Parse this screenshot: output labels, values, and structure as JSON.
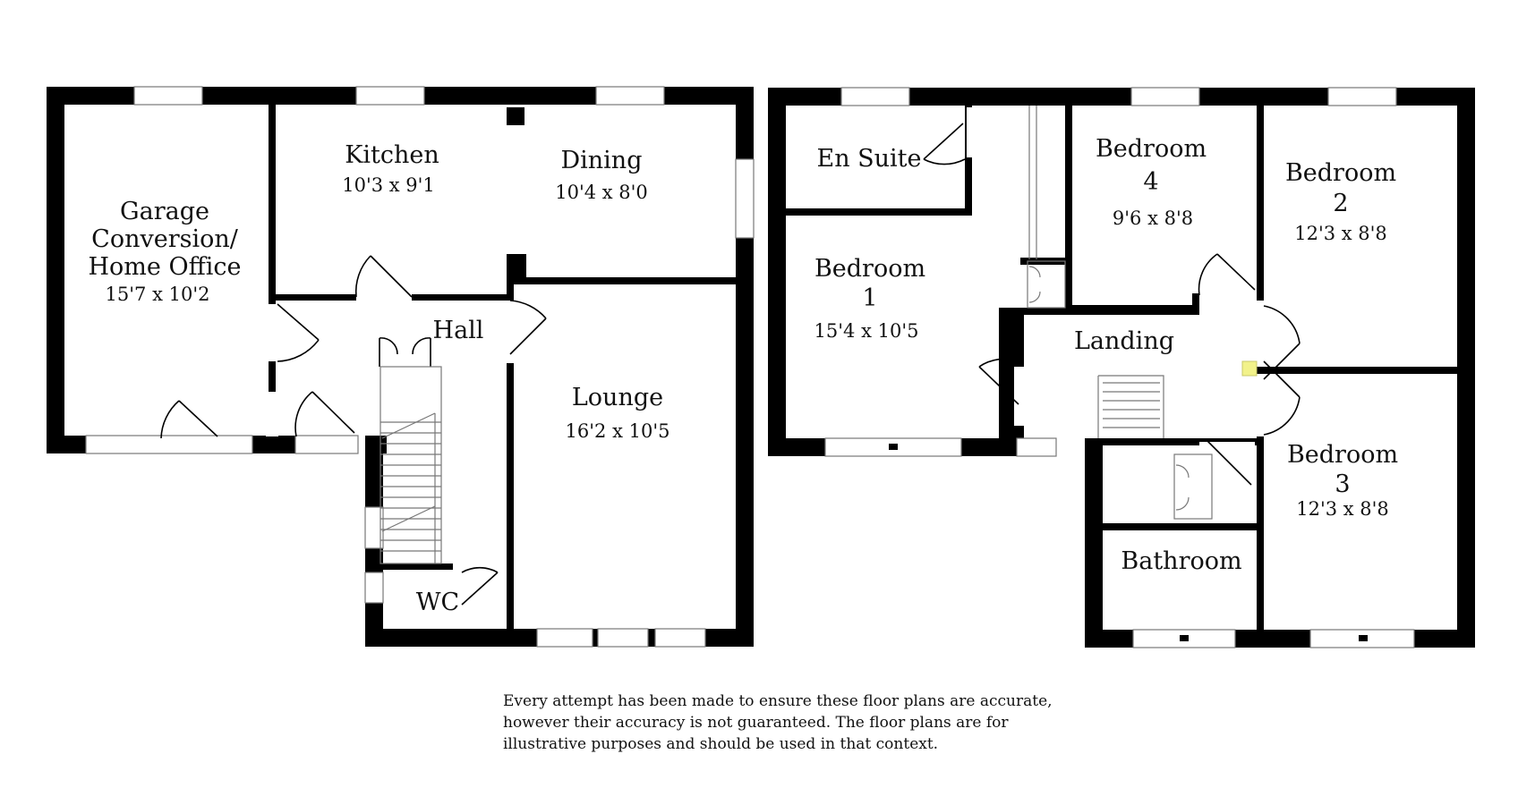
{
  "rooms": {
    "garage": {
      "name_lines": [
        "Garage",
        "Conversion/",
        "Home Office"
      ],
      "dimensions": "15'7 x 10'2"
    },
    "kitchen": {
      "name": "Kitchen",
      "dimensions": "10'3 x 9'1"
    },
    "dining": {
      "name": "Dining",
      "dimensions": "10'4 x 8'0"
    },
    "hall": {
      "name": "Hall"
    },
    "lounge": {
      "name": "Lounge",
      "dimensions": "16'2 x 10'5"
    },
    "wc": {
      "name": "WC"
    },
    "en_suite": {
      "name": "En Suite"
    },
    "bedroom1": {
      "name_lines": [
        "Bedroom",
        "1"
      ],
      "dimensions": "15'4 x 10'5"
    },
    "bedroom4": {
      "name_lines": [
        "Bedroom",
        "4"
      ],
      "dimensions": "9'6 x 8'8"
    },
    "bedroom2": {
      "name_lines": [
        "Bedroom",
        "2"
      ],
      "dimensions": "12'3 x 8'8"
    },
    "landing": {
      "name": "Landing"
    },
    "bedroom3": {
      "name_lines": [
        "Bedroom",
        "3"
      ],
      "dimensions": "12'3 x 8'8"
    },
    "bathroom": {
      "name": "Bathroom"
    }
  },
  "disclaimer": [
    "Every attempt has been made to ensure these floor plans are accurate,",
    "however their accuracy is not guaranteed. The floor plans are for",
    "illustrative purposes and should be used in that context."
  ],
  "colors": {
    "wall": "#000000",
    "background": "#ffffff",
    "detail": "#777777",
    "light_fitting": "#f2f28a"
  }
}
